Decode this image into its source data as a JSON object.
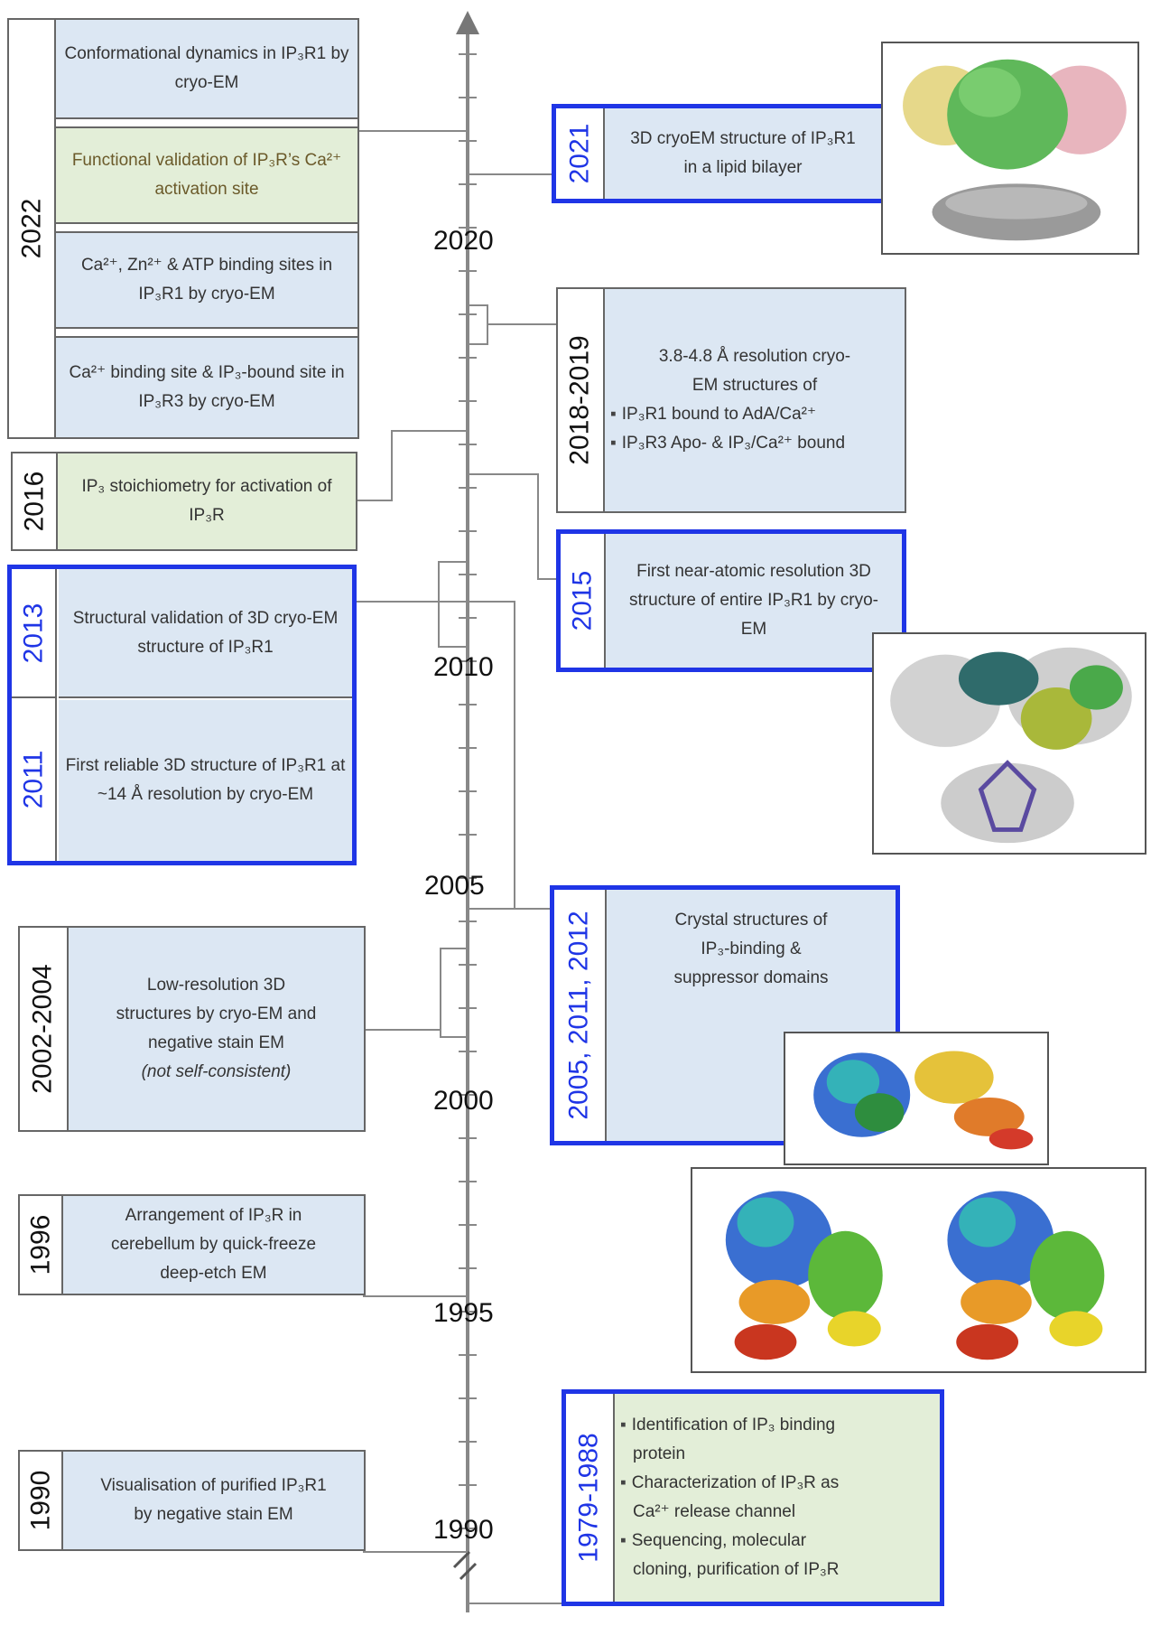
{
  "axis": {
    "ticks": [
      "2020",
      "2010",
      "2005",
      "2000",
      "1995",
      "1990"
    ]
  },
  "left_groups": {
    "y2022": {
      "year": "2022",
      "items": [
        "Conformational dynamics in IP₃R1 by cryo-EM",
        "Functional validation of IP₃R’s Ca²⁺ activation site",
        "Ca²⁺, Zn²⁺ & ATP binding sites in IP₃R1 by cryo-EM",
        "Ca²⁺ binding site & IP₃-bound site in IP₃R3 by cryo-EM"
      ]
    },
    "y2016": {
      "year": "2016",
      "text": "IP₃ stoichiometry for activation of IP₃R"
    },
    "y2013": {
      "year": "2013",
      "text": "Structural validation of 3D cryo-EM structure of IP₃R1"
    },
    "y2011": {
      "year": "2011",
      "text": "First reliable 3D structure of IP₃R1 at ~14 Å resolution by cryo-EM"
    },
    "y2002": {
      "year": "2002-2004",
      "text": "Low-resolution 3D structures by cryo-EM and negative stain EM",
      "note": "(not self-consistent)"
    },
    "y1996": {
      "year": "1996",
      "text": "Arrangement of IP₃R in cerebellum by quick-freeze deep-etch EM"
    },
    "y1990": {
      "year": "1990",
      "text": "Visualisation of purified IP₃R1 by negative stain EM"
    }
  },
  "right_groups": {
    "y2021": {
      "year": "2021",
      "text": "3D cryoEM structure of IP₃R1 in a lipid bilayer"
    },
    "y2018": {
      "year": "2018-2019",
      "text": "3.8-4.8 Å resolution cryo-EM structures of",
      "bullets": [
        "IP₃R1 bound to AdA/Ca²⁺",
        "IP₃R3 Apo- & IP₃/Ca²⁺ bound"
      ]
    },
    "y2015": {
      "year": "2015",
      "text": "First near-atomic resolution 3D structure of entire IP₃R1 by cryo-EM"
    },
    "y2005": {
      "year": "2005, 2011, 2012",
      "text": "Crystal structures of IP₃-binding & suppressor domains"
    },
    "y1979": {
      "year": "1979-1988",
      "bullets": [
        {
          "a": "Identification of IP₃ binding",
          "b": "protein"
        },
        {
          "a": "Characterization of IP₃R as",
          "b": "Ca²⁺ release channel"
        },
        {
          "a": "Sequencing, molecular",
          "b": "cloning, purification of IP₃R"
        }
      ]
    }
  },
  "colors": {
    "highlight_border": "#1f35e6",
    "blue_fill": "#dce7f3",
    "green_fill": "#e3eed8",
    "axis_line": "#888888"
  }
}
